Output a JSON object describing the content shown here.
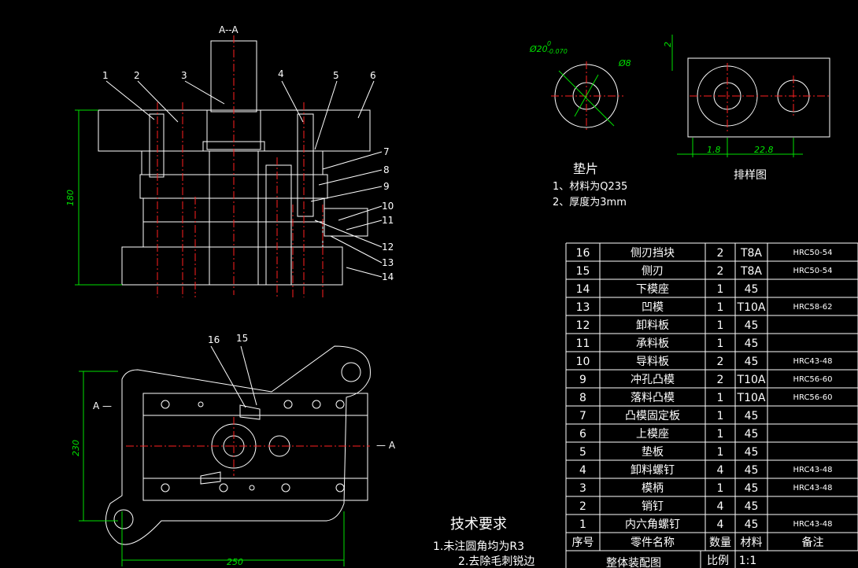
{
  "section": {
    "label": "A--A",
    "callouts": [
      "1",
      "2",
      "3",
      "4",
      "5",
      "6",
      "7",
      "8",
      "9",
      "10",
      "11",
      "12",
      "13",
      "14"
    ],
    "height_dim": "180"
  },
  "plan": {
    "section_mark_left": "A —",
    "section_mark_right": "— A",
    "callouts": [
      "16",
      "15"
    ],
    "width_dim": "250",
    "height_dim": "230"
  },
  "shim": {
    "outer_dim": "Ø20",
    "tolerance_upper": "0",
    "tolerance_lower": "-0.070",
    "inner_dim": "Ø8",
    "title": "垫片",
    "notes": [
      "1、材料为Q235",
      "2、厚度为3mm"
    ]
  },
  "layout_view": {
    "title": "排样图",
    "dim_top": "2",
    "dim_left": "1.8",
    "dim_pitch": "22.8"
  },
  "tech": {
    "title": "技术要求",
    "items": [
      "1.未注圆角均为R3",
      "2.去除毛刺锐边"
    ]
  },
  "bom": {
    "rows": [
      {
        "no": "16",
        "name": "侧刃挡块",
        "qty": "2",
        "mat": "T8A",
        "note": "HRC50-54"
      },
      {
        "no": "15",
        "name": "侧刃",
        "qty": "2",
        "mat": "T8A",
        "note": "HRC50-54"
      },
      {
        "no": "14",
        "name": "下模座",
        "qty": "1",
        "mat": "45",
        "note": ""
      },
      {
        "no": "13",
        "name": "凹模",
        "qty": "1",
        "mat": "T10A",
        "note": "HRC58-62"
      },
      {
        "no": "12",
        "name": "卸料板",
        "qty": "1",
        "mat": "45",
        "note": ""
      },
      {
        "no": "11",
        "name": "承料板",
        "qty": "1",
        "mat": "45",
        "note": ""
      },
      {
        "no": "10",
        "name": "导料板",
        "qty": "2",
        "mat": "45",
        "note": "HRC43-48"
      },
      {
        "no": "9",
        "name": "冲孔凸模",
        "qty": "2",
        "mat": "T10A",
        "note": "HRC56-60"
      },
      {
        "no": "8",
        "name": "落料凸模",
        "qty": "1",
        "mat": "T10A",
        "note": "HRC56-60"
      },
      {
        "no": "7",
        "name": "凸模固定板",
        "qty": "1",
        "mat": "45",
        "note": ""
      },
      {
        "no": "6",
        "name": "上模座",
        "qty": "1",
        "mat": "45",
        "note": ""
      },
      {
        "no": "5",
        "name": "垫板",
        "qty": "1",
        "mat": "45",
        "note": ""
      },
      {
        "no": "4",
        "name": "卸料螺钉",
        "qty": "4",
        "mat": "45",
        "note": "HRC43-48"
      },
      {
        "no": "3",
        "name": "模柄",
        "qty": "1",
        "mat": "45",
        "note": "HRC43-48"
      },
      {
        "no": "2",
        "name": "销钉",
        "qty": "4",
        "mat": "45",
        "note": ""
      },
      {
        "no": "1",
        "name": "内六角螺钉",
        "qty": "4",
        "mat": "45",
        "note": "HRC43-48"
      }
    ],
    "header": {
      "no": "序号",
      "name": "零件名称",
      "qty": "数量",
      "mat": "材料",
      "note": "备注"
    },
    "footer": {
      "title": "整体装配图",
      "scale_label": "比例",
      "scale_value": "1:1"
    }
  }
}
